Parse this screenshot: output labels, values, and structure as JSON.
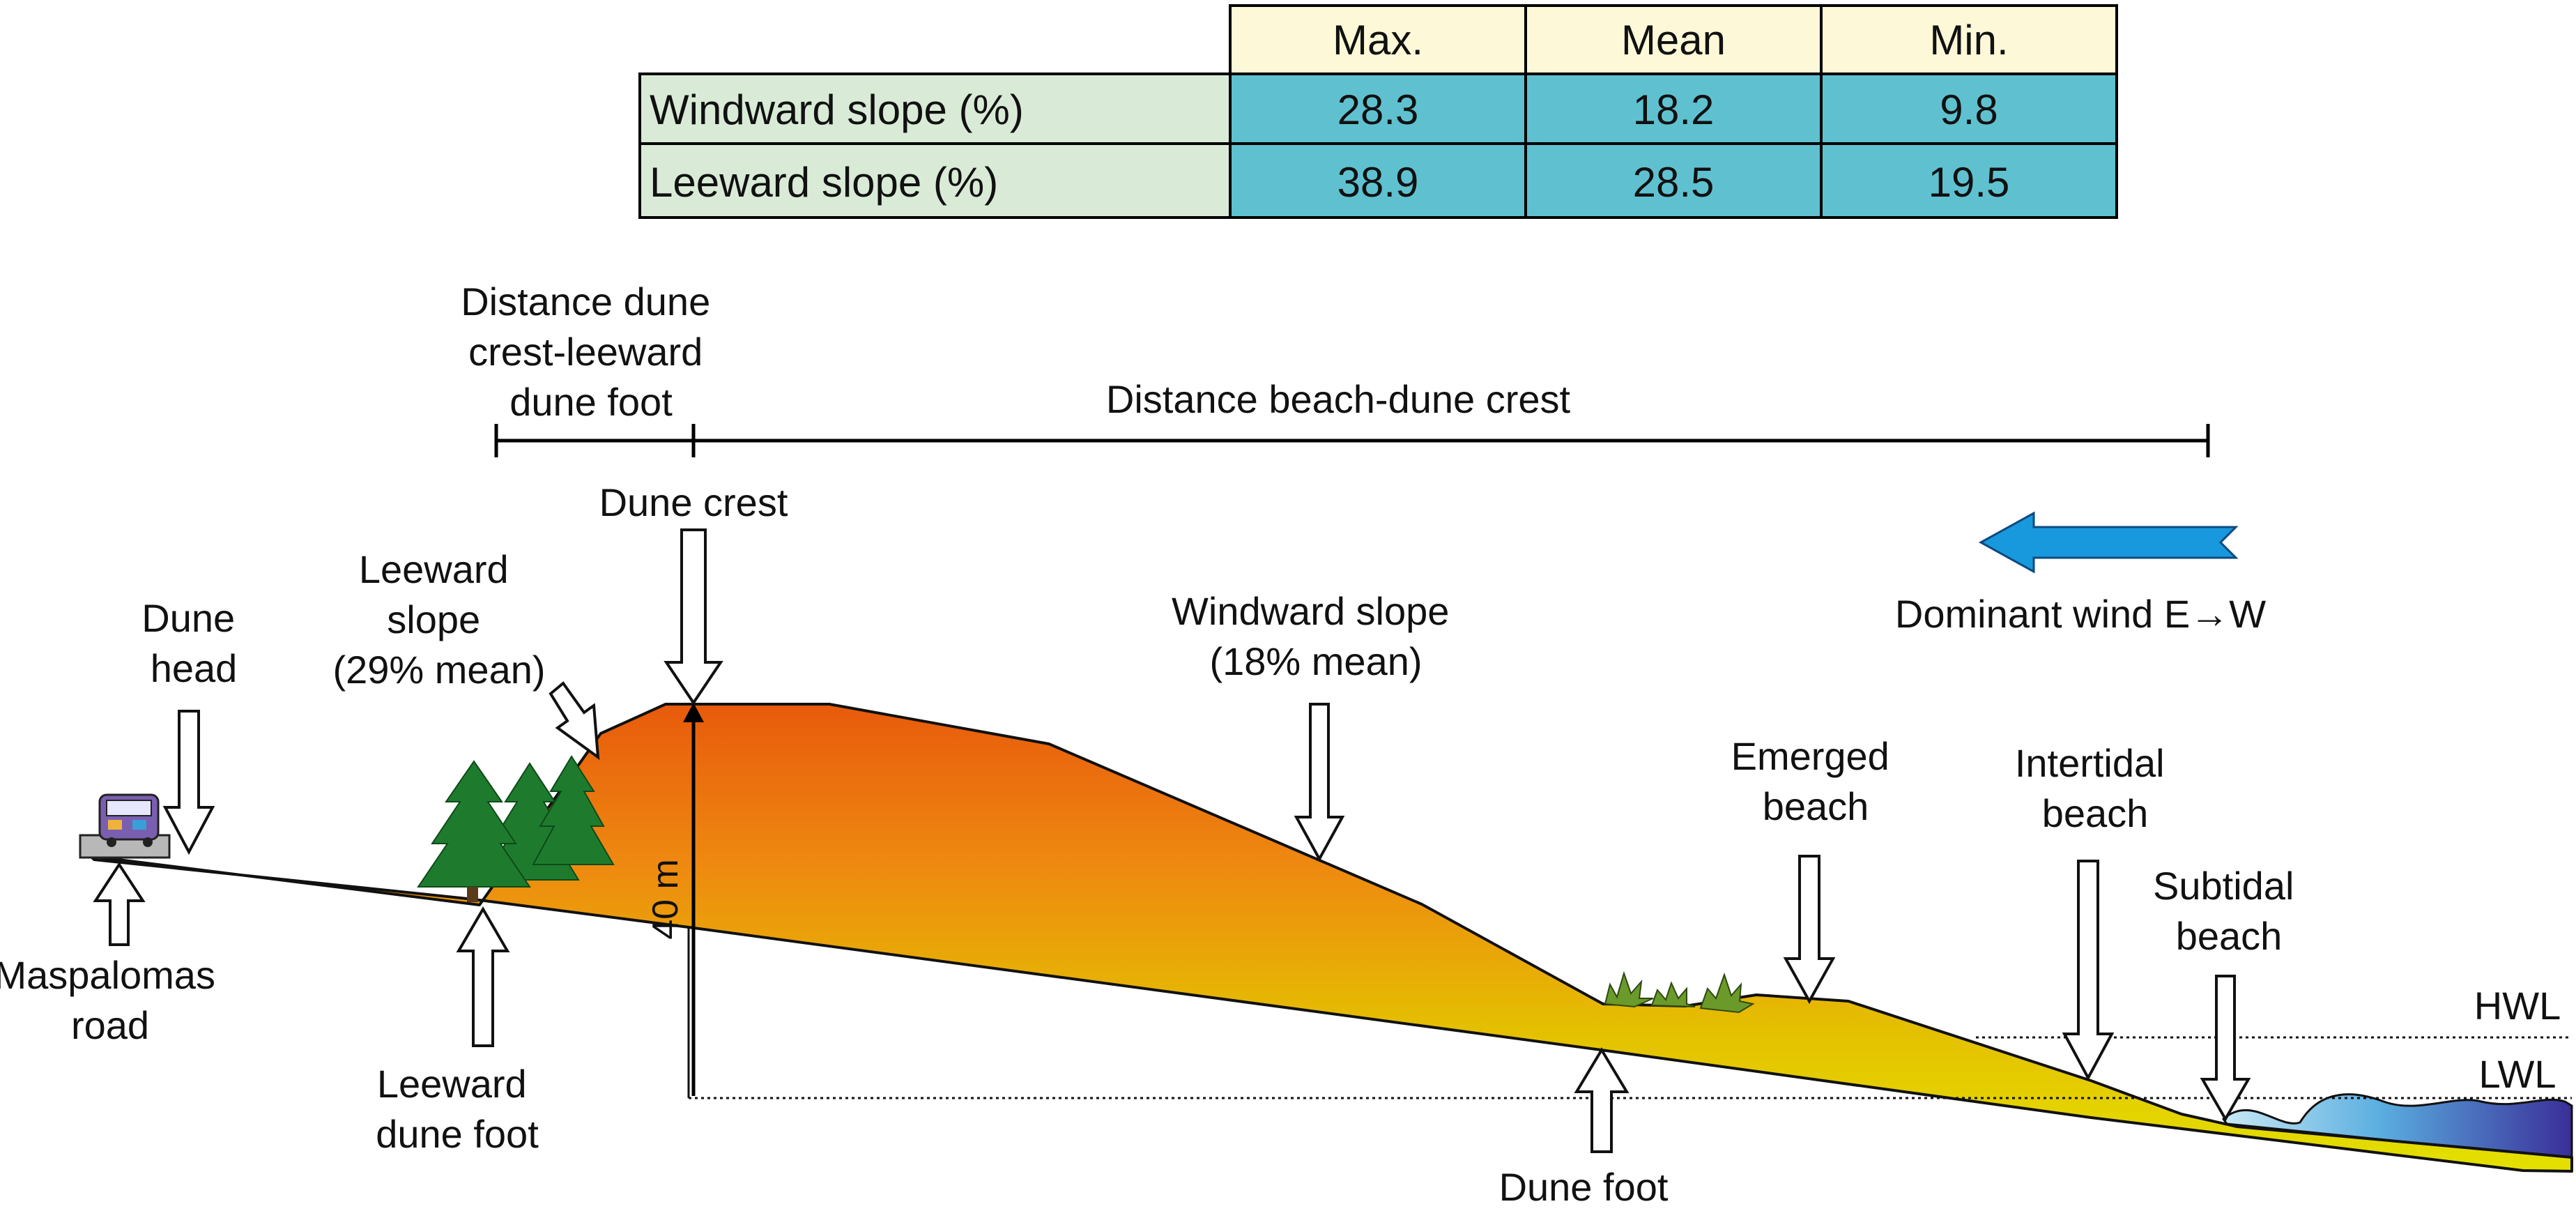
{
  "table": {
    "headers": [
      "Max.",
      "Mean",
      "Min."
    ],
    "rows": [
      {
        "label": "Windward slope (%)",
        "values": [
          "28.3",
          "18.2",
          "9.8"
        ]
      },
      {
        "label": "Leeward slope (%)",
        "values": [
          "38.9",
          "28.5",
          "19.5"
        ]
      }
    ],
    "colors": {
      "header_bg": "#fdf9d8",
      "label_bg": "#d9ebd7",
      "value_bg": "#5fc1d0"
    }
  },
  "labels": {
    "dist_leeward": [
      "Distance dune",
      "crest-leeward",
      "dune foot"
    ],
    "dist_beach": "Distance beach-dune crest",
    "dune_crest": "Dune crest",
    "leeward_slope": [
      "Leeward",
      "slope",
      "(29% mean)"
    ],
    "dune_head": [
      "Dune",
      "head"
    ],
    "windward_slope": [
      "Windward slope",
      "(18% mean)"
    ],
    "dominant_wind": "Dominant wind E→W",
    "emerged_beach": [
      "Emerged",
      "beach"
    ],
    "intertidal_beach": [
      "Intertidal",
      "beach"
    ],
    "subtidal_beach": [
      "Subtidal",
      "beach"
    ],
    "hwl": "HWL",
    "lwl": "LWL",
    "height": "40 m",
    "maspalomas_road": [
      "Maspalomas",
      "road"
    ],
    "leeward_dune_foot": [
      "Leeward",
      "dune foot"
    ],
    "dune_foot": "Dune foot"
  },
  "icons": [
    "bus-icon",
    "tree-icon",
    "shrub-icon",
    "wind-arrow-icon"
  ],
  "colors": {
    "dune_top": "#e85a0c",
    "dune_bottom": "#e6e000",
    "water_light": "#bfe4f2",
    "water_deep": "#3b2d96",
    "wind_arrow": "#1899dd",
    "trees": "#1e7b2e",
    "shrubs": "#6b9a2a"
  }
}
